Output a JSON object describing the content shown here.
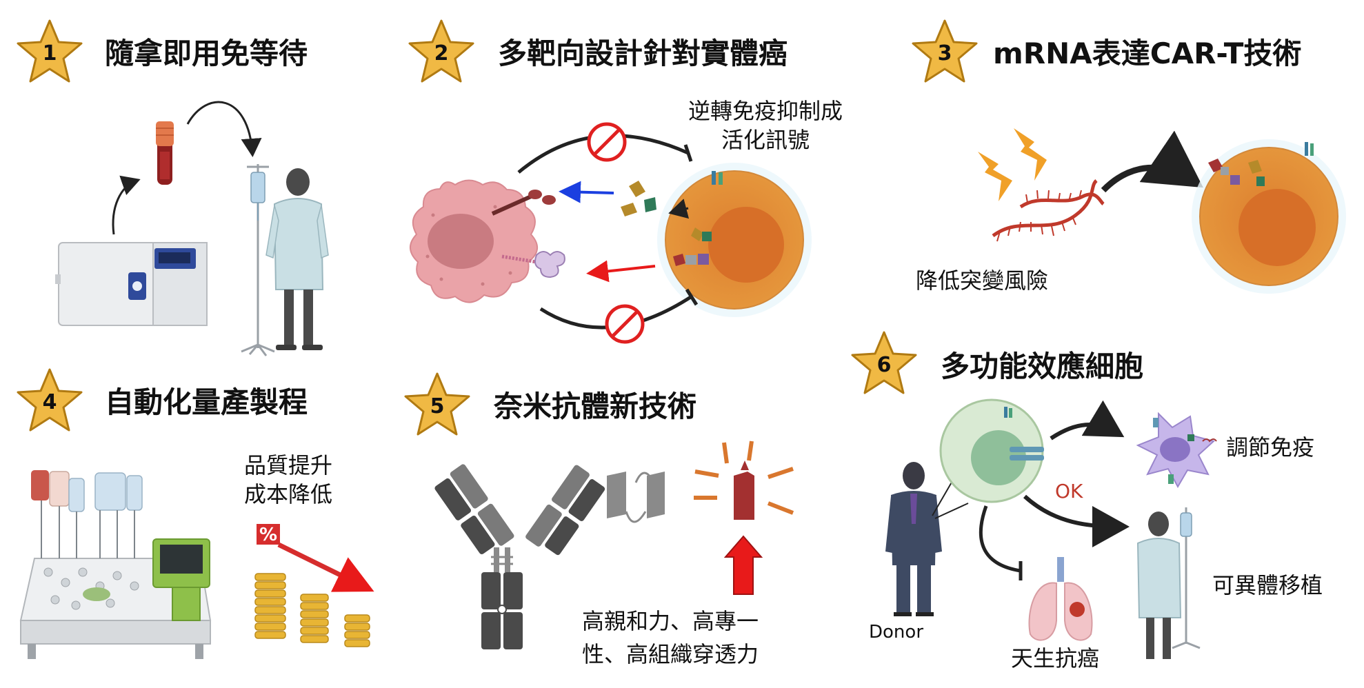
{
  "panels": [
    {
      "number": "1",
      "title": "隨拿即用免等待"
    },
    {
      "number": "2",
      "title": "多靶向設計針對實體癌"
    },
    {
      "number": "3",
      "title": "mRNA表達CAR-T技術"
    },
    {
      "number": "4",
      "title": "自動化量產製程"
    },
    {
      "number": "5",
      "title": "奈米抗體新技術"
    },
    {
      "number": "6",
      "title": "多功能效應細胞"
    }
  ],
  "labels": {
    "reverse_line1": "逆轉免疫抑制成",
    "reverse_line2": "活化訊號",
    "reduce_mutation": "降低突變風險",
    "quality_up": "品質提升",
    "cost_down": "成本降低",
    "percent_sign": "%",
    "nano_line1": "高親和力、高專一",
    "nano_line2": "性、高組織穿透力",
    "regulate_immunity": "調節免疫",
    "allogeneic": "可異體移植",
    "innate_cancer": "天生抗癌",
    "ok": "OK",
    "donor": "Donor"
  },
  "colors": {
    "star": "#f0b944",
    "star_stroke": "#b07a12",
    "cell_orange": "#e7a24a",
    "tumor_pink": "#eaa3a8",
    "red_arrow": "#e81a1a",
    "blue_arrow": "#1b3fe0",
    "gown_blue": "#c9dfe4",
    "gold_coin": "#e8b534",
    "mrna_red": "#c0392b"
  },
  "icons": [
    "star-icon",
    "cryo-freezer-icon",
    "blood-tube-icon",
    "iv-bag-icon",
    "patient-icon",
    "tumor-cell-icon",
    "car-t-cell-icon",
    "no-sign-icon",
    "lightning-icon",
    "mrna-strand-icon",
    "bioreactor-icon",
    "coin-stack-icon",
    "antibody-icon",
    "nanobody-icon",
    "donor-icon",
    "effector-cell-icon",
    "dendritic-cell-icon",
    "lung-icon"
  ]
}
